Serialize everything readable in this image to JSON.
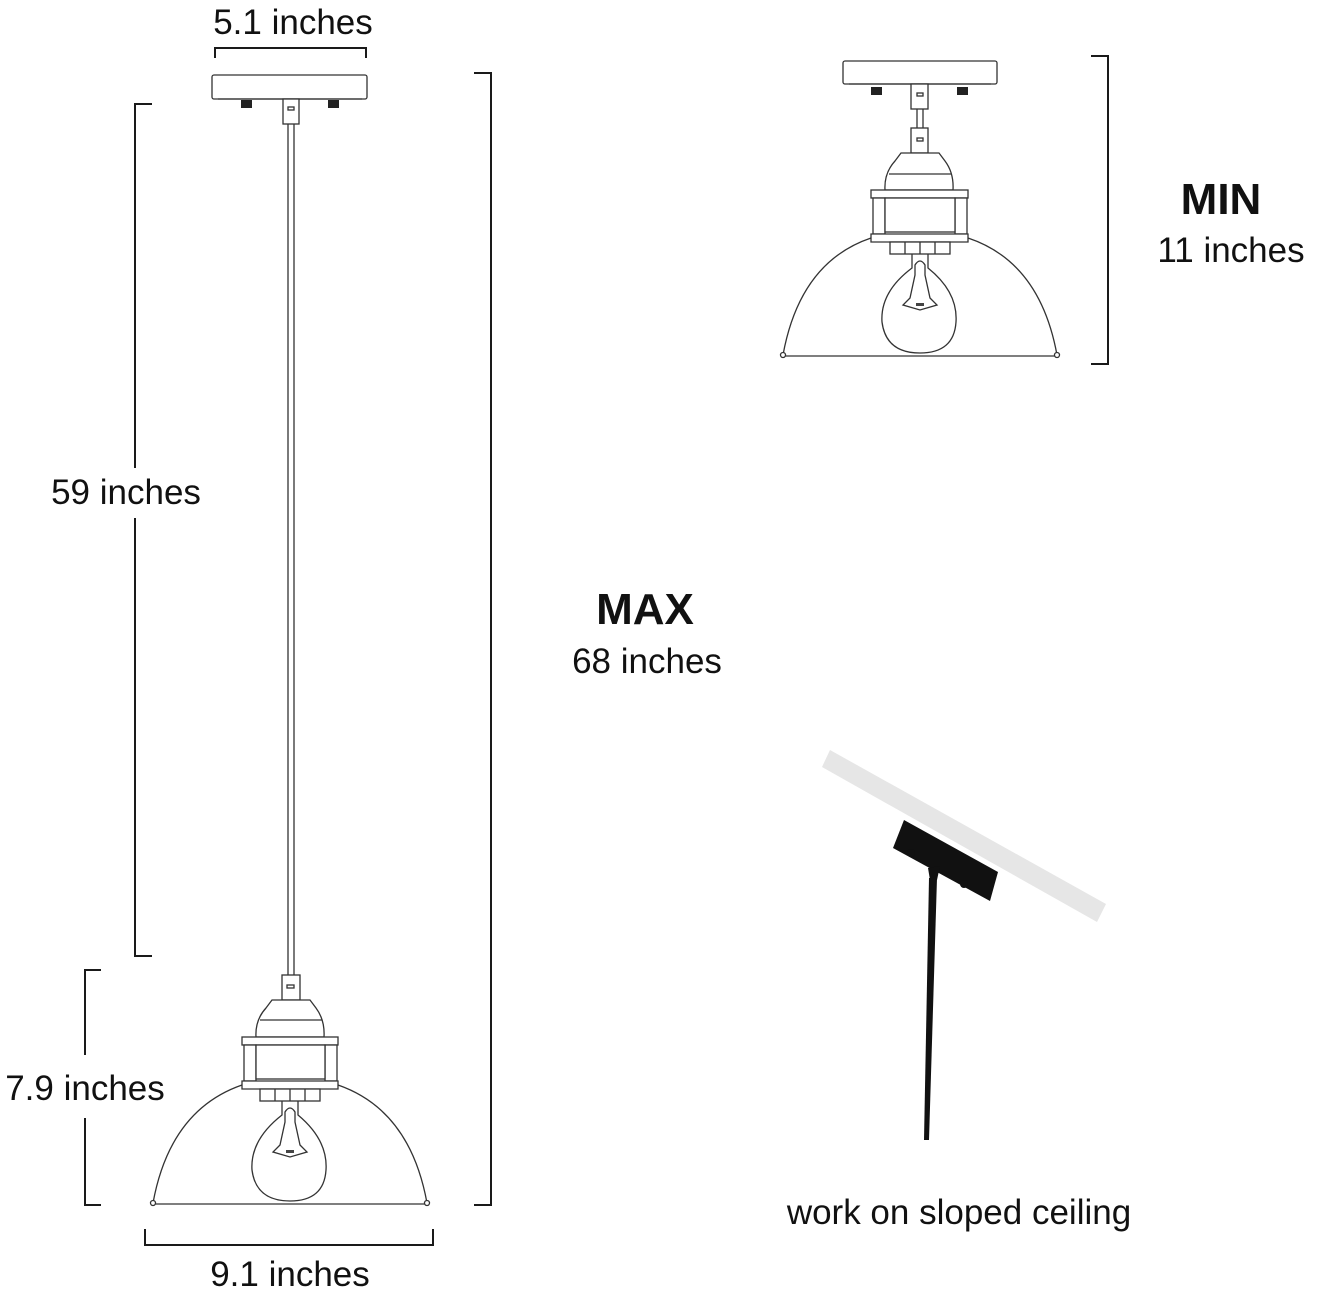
{
  "diagram": {
    "subject": "pendant light dimensions",
    "colors": {
      "line": "#333333",
      "dimension_line": "#1a1a1a",
      "text": "#111111",
      "ceiling_slab": "#e6e6e6",
      "canopy_sloped": "#111111",
      "background": "#ffffff"
    },
    "max_view": {
      "canopy_width": "5.1 inches",
      "cord_length": "59 inches",
      "shade_height": "7.9 inches",
      "shade_width": "9.1 inches",
      "total_heading": "MAX",
      "total_value": "68 inches"
    },
    "min_view": {
      "heading": "MIN",
      "value": "11 inches"
    },
    "sloped_view": {
      "caption": "work on sloped ceiling"
    }
  }
}
